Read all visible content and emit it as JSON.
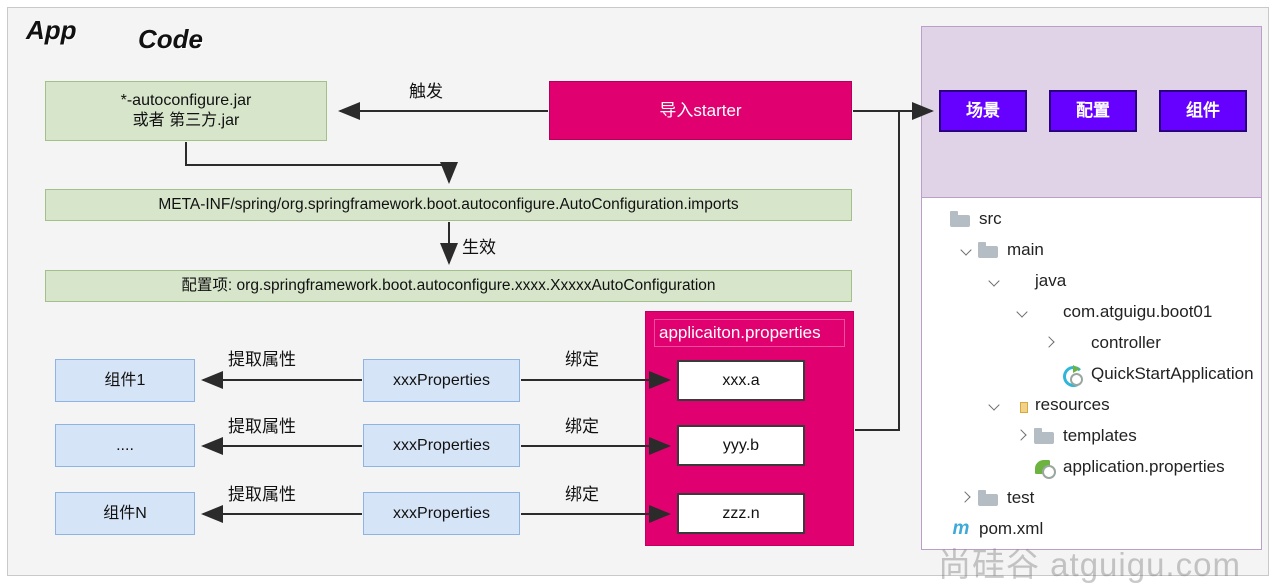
{
  "app": {
    "title": "App",
    "jar_box": {
      "line1": "*-autoconfigure.jar",
      "line2": "或者 第三方.jar"
    },
    "starter_box": "导入starter",
    "trigger_label": "触发",
    "effect_label": "生效",
    "imports_box": "META-INF/spring/org.springframework.boot.autoconfigure.AutoConfiguration.imports",
    "config_box": "配置项: org.springframework.boot.autoconfigure.xxxx.XxxxxAutoConfiguration"
  },
  "components": {
    "extract_label": "提取属性",
    "bind_label": "绑定",
    "rows": [
      {
        "component": "组件1",
        "properties": "xxxProperties",
        "key": "xxx.a"
      },
      {
        "component": "....",
        "properties": "xxxProperties",
        "key": "yyy.b"
      },
      {
        "component": "组件N",
        "properties": "xxxProperties",
        "key": "zzz.n"
      }
    ]
  },
  "properties_panel": {
    "title": "applicaiton.properties"
  },
  "code": {
    "title": "Code",
    "buttons": [
      "场景",
      "配置",
      "组件"
    ],
    "tree": [
      {
        "label": "src",
        "indent": 0,
        "chevron": "none",
        "icon": "folder"
      },
      {
        "label": "main",
        "indent": 1,
        "chevron": "down",
        "icon": "folder"
      },
      {
        "label": "java",
        "indent": 2,
        "chevron": "down",
        "icon": "folder-blue"
      },
      {
        "label": "com.atguigu.boot01",
        "indent": 3,
        "chevron": "down",
        "icon": "folder-pkg"
      },
      {
        "label": "controller",
        "indent": 4,
        "chevron": "right",
        "icon": "folder-pkg"
      },
      {
        "label": "QuickStartApplication",
        "indent": 4,
        "chevron": "none",
        "icon": "springboot"
      },
      {
        "label": "resources",
        "indent": 2,
        "chevron": "down",
        "icon": "folder-res"
      },
      {
        "label": "templates",
        "indent": 3,
        "chevron": "right",
        "icon": "folder"
      },
      {
        "label": "application.properties",
        "indent": 3,
        "chevron": "none",
        "icon": "spring"
      },
      {
        "label": "test",
        "indent": 1,
        "chevron": "right",
        "icon": "folder"
      },
      {
        "label": "pom.xml",
        "indent": 0,
        "chevron": "none",
        "icon": "maven"
      }
    ]
  },
  "watermark": "尚硅谷 atguigu.com",
  "colors": {
    "green_fill": "#d7e5cb",
    "blue_fill": "#d6e4f7",
    "pink_fill": "#e00070",
    "purple_panel": "#e0d3e8",
    "purple_button": "#6600ff",
    "panel_bg": "#f4f4f4"
  }
}
